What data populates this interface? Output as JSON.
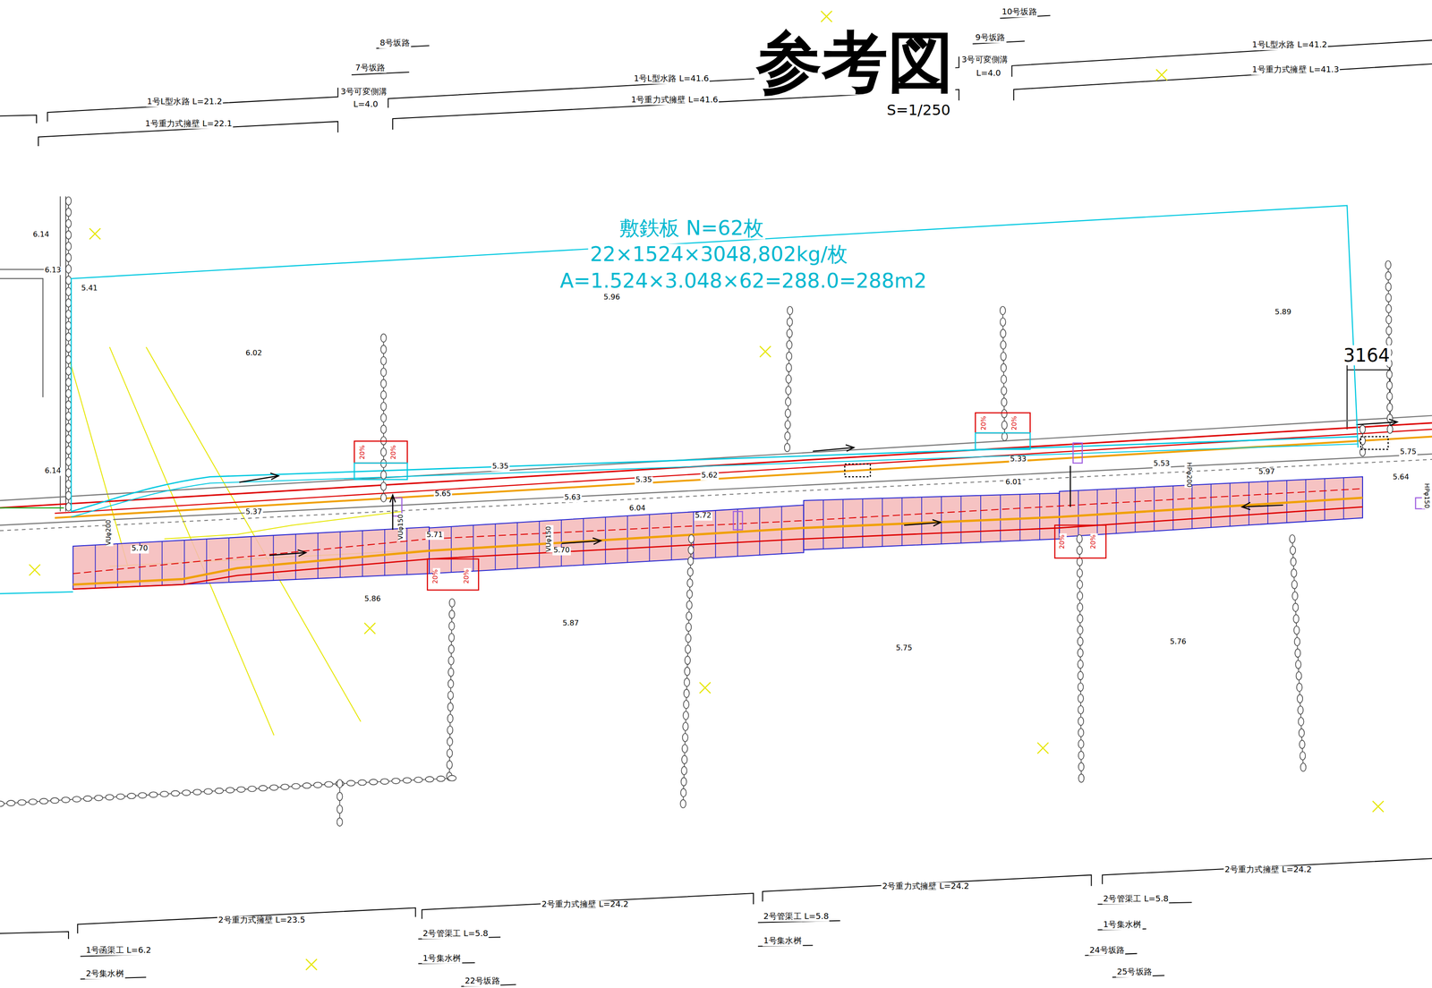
{
  "diagram": {
    "title": "参考図",
    "nodes": [
      {
        "text": [
          "敷鉄板 N=62枚",
          "22×1524×3048,802kg/枚",
          "A=1.524×3.048×62=288.0=288m2"
        ]
      }
    ],
    "labels": [
      "10号坂路",
      "9号坂路",
      "8号坂路",
      "7号坂路",
      "3号可変側溝",
      "L=4.0",
      "1号L型水路 L=41.2",
      "1号重力式擁壁 L=41.3",
      "1号L型水路 L=41.6",
      "1号重力式擁壁 L=41.6",
      "1号L型水路 L=21.2",
      "3号可変側溝",
      "L=4.0",
      "1号重力式擁壁 L=22.1",
      "S=1/250",
      "3164",
      "6.14",
      "6.13",
      "5.41",
      "6.02",
      "6.14",
      "5.96",
      "5.89",
      "5.65",
      "5.35",
      "5.35",
      "5.63",
      "6.04",
      "5.62",
      "5.33",
      "6.01",
      "5.53",
      "5.97",
      "5.64",
      "5.75",
      "5.37",
      "5.70",
      "5.71",
      "5.70",
      "5.72",
      "5.86",
      "5.87",
      "5.75",
      "5.76",
      "VUφ200",
      "VUφ150",
      "VUφ150",
      "HPφ200",
      "HPφ150",
      "20%",
      "20%",
      "20%",
      "20%",
      "20%",
      "20%",
      "20%",
      "20%",
      "2号重力式擁壁 L=23.5",
      "2号重力式擁壁 L=24.2",
      "2号重力式擁壁 L=24.2",
      "2号重力式擁壁 L=24.2",
      "1号函渠工 L=6.2",
      "2号集水桝",
      "2号管渠工 L=5.8",
      "1号集水桝",
      "22号坂路",
      "2号管渠工 L=5.8",
      "1号集水桝",
      "2号管渠工 L=5.8",
      "1号集水桝",
      "24号坂路",
      "25号坂路"
    ]
  }
}
